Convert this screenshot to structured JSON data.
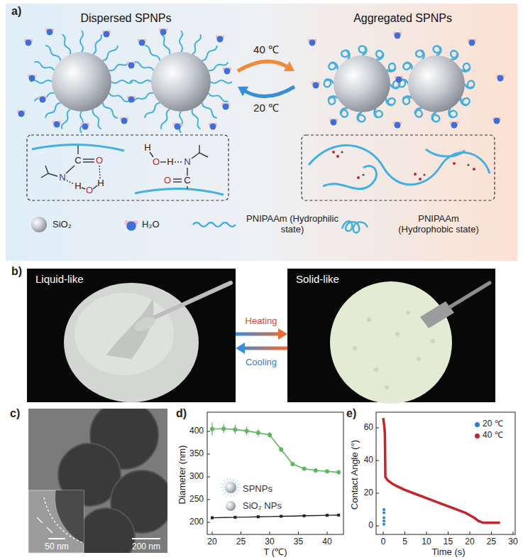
{
  "diagram": {
    "nodes": [
      {
        "text": [
          "Dispersed SPNPs"
        ]
      },
      {
        "text": [
          "Aggregated SPNPs"
        ]
      },
      {
        "text": [
          "Liquid-like"
        ]
      },
      {
        "text": [
          "Solid-like"
        ]
      }
    ],
    "edges": [
      {
        "from": 0,
        "to": 1,
        "arrow": "to",
        "label": "40 ℃"
      },
      {
        "from": 1,
        "to": 0,
        "arrow": "to",
        "label": "20 ℃"
      },
      {
        "from": 2,
        "to": 3,
        "arrow": "to",
        "label": "Heating"
      },
      {
        "from": 3,
        "to": 2,
        "arrow": "to",
        "label": "Cooling"
      }
    ],
    "labels": [
      "a)",
      "C",
      "O",
      "N",
      "H",
      "O",
      "H",
      "H",
      "O",
      "H",
      "N",
      "O",
      "C",
      "b)",
      "c)",
      "50 nm",
      "200 nm",
      "d)",
      "Diameter (nm)",
      "T (℃)",
      "400",
      "350",
      "300",
      "250",
      "200",
      "20",
      "25",
      "30",
      "35",
      "40",
      "SPNPs",
      "SiO₂ NPs",
      "e)",
      "Contact Angle (°)",
      "Time (s)",
      "60",
      "40",
      "20",
      "0",
      "0",
      "5",
      "10",
      "15",
      "20",
      "25",
      "30"
    ],
    "legend": [
      {
        "text": "SiO₂"
      },
      {
        "text": "H₂O"
      },
      {
        "text": "PNIPAAm (Hydrophilic state)"
      },
      {
        "text": "PNIPAAm (Hydrophobic state)"
      },
      {
        "text": "20 ℃",
        "color": "#2f7fd0"
      },
      {
        "text": "40 ℃",
        "color": "#c4252c"
      }
    ]
  }
}
